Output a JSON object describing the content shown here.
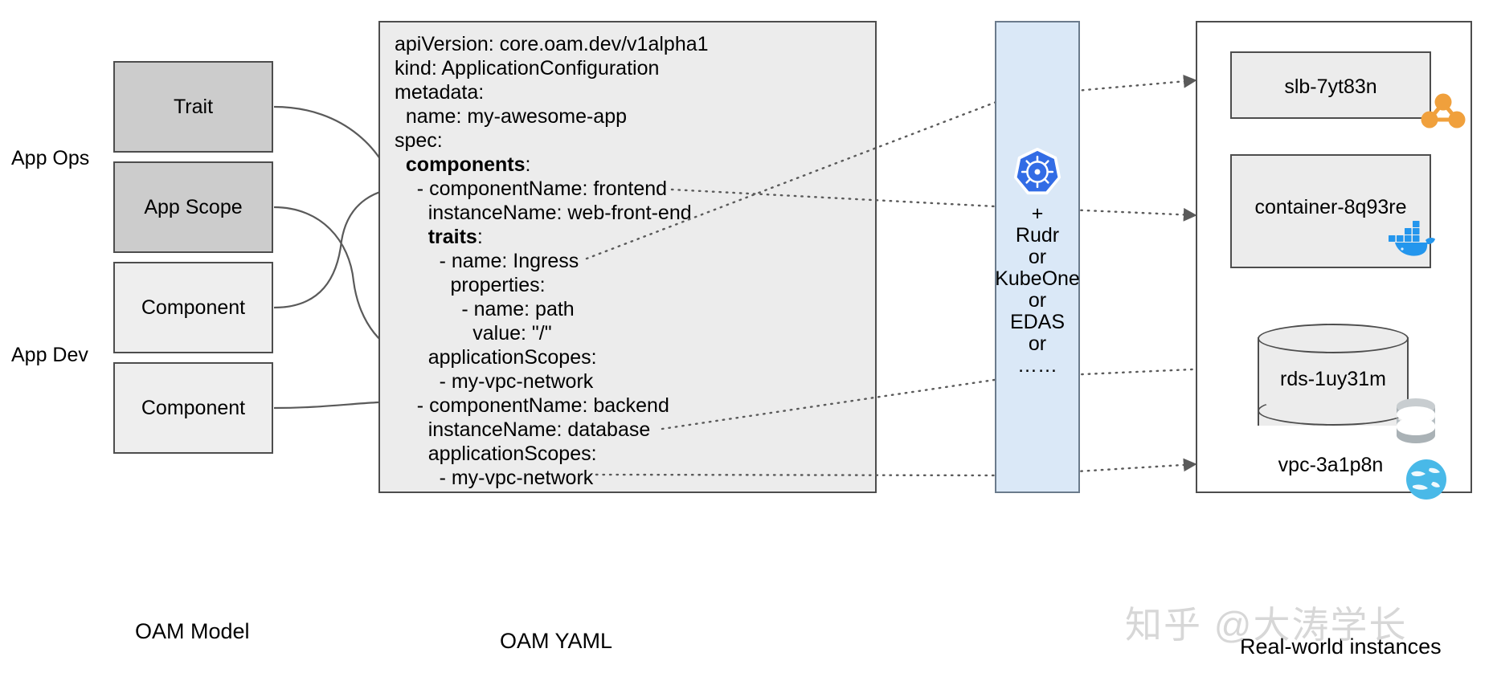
{
  "left_column": {
    "role_labels": [
      {
        "text": "App Ops"
      },
      {
        "text": "App Dev"
      }
    ],
    "boxes": [
      {
        "label": "Trait",
        "kind": "ops"
      },
      {
        "label": "App Scope",
        "kind": "ops"
      },
      {
        "label": "Component",
        "kind": "dev"
      },
      {
        "label": "Component",
        "kind": "dev"
      }
    ],
    "caption": "OAM Model"
  },
  "yaml": {
    "caption": "OAM YAML",
    "lines": [
      {
        "indent": 0,
        "text": "apiVersion: core.oam.dev/v1alpha1",
        "bold": false
      },
      {
        "indent": 0,
        "text": "kind: ApplicationConfiguration",
        "bold": false
      },
      {
        "indent": 0,
        "text": "metadata:",
        "bold": false
      },
      {
        "indent": 1,
        "text": "name: my-awesome-app",
        "bold": false
      },
      {
        "indent": 0,
        "text": "spec:",
        "bold": false
      },
      {
        "indent": 1,
        "text": "components",
        "bold": true,
        "suffix": ":"
      },
      {
        "indent": 2,
        "text": "- componentName: frontend",
        "bold": false
      },
      {
        "indent": 3,
        "text": "instanceName: web-front-end",
        "bold": false
      },
      {
        "indent": 3,
        "text": "traits",
        "bold": true,
        "suffix": ":"
      },
      {
        "indent": 4,
        "text": "- name: Ingress",
        "bold": false
      },
      {
        "indent": 5,
        "text": "properties:",
        "bold": false
      },
      {
        "indent": 6,
        "text": "- name: path",
        "bold": false
      },
      {
        "indent": 7,
        "text": "value: \"/\"",
        "bold": false
      },
      {
        "indent": 3,
        "text": "applicationScopes:",
        "bold": false
      },
      {
        "indent": 4,
        "text": "- my-vpc-network",
        "bold": false
      },
      {
        "indent": 2,
        "text": "- componentName: backend",
        "bold": false
      },
      {
        "indent": 3,
        "text": "instanceName: database",
        "bold": false
      },
      {
        "indent": 3,
        "text": "applicationScopes:",
        "bold": false
      },
      {
        "indent": 4,
        "text": "- my-vpc-network",
        "bold": false
      }
    ]
  },
  "runtime": {
    "icon": "kubernetes-helm-wheel-icon",
    "plus": "+",
    "stack": [
      "Rudr",
      "or",
      "KubeOne",
      "or",
      "EDAS",
      "or",
      "……"
    ]
  },
  "instances": {
    "caption": "Real-world instances",
    "items": [
      {
        "label": "slb-7yt83n",
        "icon": "load-balancer-icon",
        "shape": "box"
      },
      {
        "label": "container-8q93re",
        "icon": "docker-whale-icon",
        "shape": "box"
      },
      {
        "label": "rds-1uy31m",
        "icon": "database-stack-icon",
        "shape": "cylinder"
      },
      {
        "label": "vpc-3a1p8n",
        "icon": "vpc-globe-icon",
        "shape": "plain"
      }
    ]
  },
  "watermark": {
    "text": "知乎 @大涛学长"
  },
  "colors": {
    "ops_box_fill": "#cccccc",
    "dev_box_fill": "#eeeeee",
    "yaml_fill": "#ececec",
    "k8s_fill": "#dae8f7",
    "k8s_blue": "#326ce5",
    "slb_orange": "#f0a03c",
    "docker_blue": "#2496ed",
    "vpc_blue": "#49b9e8",
    "stroke": "#4d4d4d",
    "watermark_gray": "#d7d7d7"
  }
}
